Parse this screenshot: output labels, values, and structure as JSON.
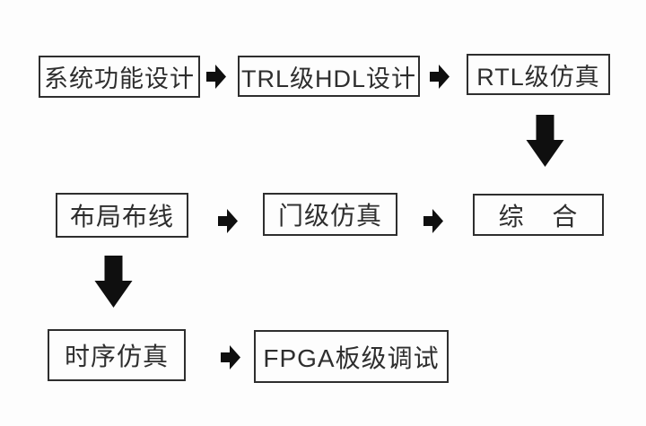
{
  "diagram": {
    "type": "flowchart",
    "colors": {
      "background": "#fdfdfd",
      "box_border": "#2e2e2e",
      "text": "#2e2e2e",
      "arrow": "#0f0f0f"
    },
    "boxes": [
      {
        "label": "系统功能设计"
      },
      {
        "label": "TRL级HDL设计"
      },
      {
        "label": "RTL级仿真"
      },
      {
        "label": "布局布线"
      },
      {
        "label": "门级仿真"
      },
      {
        "label": "综 合"
      },
      {
        "label": "时序仿真"
      },
      {
        "label": "FPGA板级调试"
      }
    ],
    "connections": {
      "right_arrows": [
        "system-function-design to trl-hdl-design",
        "trl-hdl-design to rtl-simulation",
        "place-route to gate-level-simulation",
        "gate-level-simulation to synthesis",
        "timing-simulation to fpga-board-debug"
      ],
      "down_arrows": [
        "below rtl-simulation",
        "below place-route"
      ]
    }
  }
}
